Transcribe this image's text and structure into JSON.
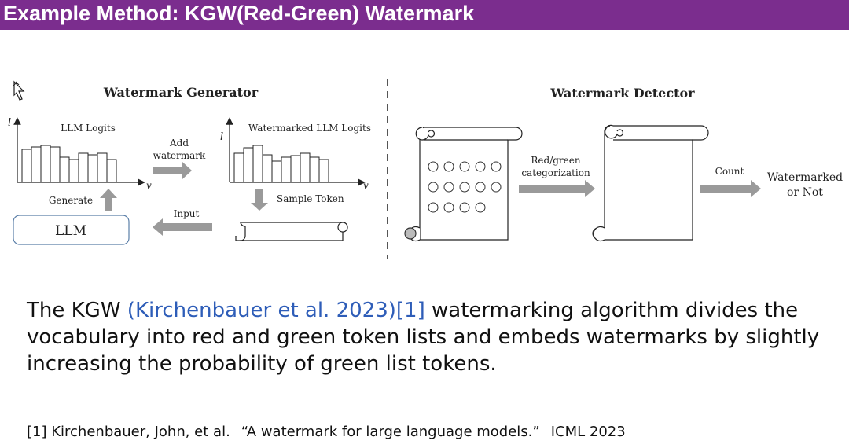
{
  "slide": {
    "title": "Example Method: KGW(Red-Green) Watermark"
  },
  "generator": {
    "title": "Watermark Generator",
    "axis_l": "l",
    "axis_v": "v",
    "logits_label": "LLM Logits",
    "watermarked_logits_label": "Watermarked LLM Logits",
    "add_watermark_label": [
      "Add",
      "watermark"
    ],
    "sample_token_label": "Sample Token",
    "generate_label": "Generate",
    "input_label": "Input",
    "llm_box_label": "LLM"
  },
  "detector": {
    "title": "Watermark Detector",
    "categorization_label": [
      "Red/green",
      "categorization"
    ],
    "count_label": "Count",
    "result_label": [
      "Watermarked",
      "or Not"
    ]
  },
  "body": {
    "text_before": "The KGW ",
    "citation": "(Kirchenbauer et al. 2023)[1]",
    "text_after": " watermarking algorithm divides the vocabulary into red and green token lists and embeds watermarks by slightly increasing the probability of green list tokens."
  },
  "footnote": {
    "ref": "[1] Kirchenbauer, John, et al.",
    "paper": "“A watermark for large language models.”",
    "venue": "ICML 2023"
  },
  "colors": {
    "title_bar": "#7b2d8e",
    "arrow": "#9a9a9a",
    "citation": "#2e5db8",
    "llm_box_border": "#5b7fa8"
  }
}
